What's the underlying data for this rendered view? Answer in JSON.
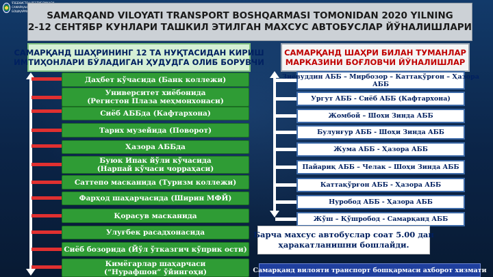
{
  "logo": {
    "line1": "ЎЗБЕКИСТОН РЕСПУБЛИКАСИ",
    "line2": "САМАРҚАНД ВИЛОЯТИ ТРАНСПОРТ",
    "line3": "БОШҚАРМАСИ"
  },
  "title": {
    "line1": "SAMARQAND VILOYATI TRANSPORT  BOSHQARMASI TOMONIDAN 2020 YILNING",
    "line2": "2-12 СЕНТЯБР КУНЛАРИ ТАШКИЛ ЭТИЛГАН МАХСУС АВТОБУСЛАР ЙЎНАЛИШЛАРИ"
  },
  "left_header": {
    "line1": "САМАРҚАНД ШАҲРИНИНГ 12 ТА НУҚТАСИДАН КИРИШ",
    "line2": "ИМТИҲОНЛАРИ БЎЛАДИГАН ҲУДУДГА ОЛИБ БОРУВЧИ"
  },
  "right_header": {
    "line1": "САМАРҚАНД ШАҲРИ БИЛАН ТУМАНЛАР",
    "line2": "МАРКАЗИНИ БОҒЛОВЧИ ЙЎНАЛИШЛАР"
  },
  "stops": [
    {
      "line1": "Даҳбет кўчасида (Банк коллежи)",
      "line2": ""
    },
    {
      "line1": "Университет  хиёбонида",
      "line2": "(Регистон Плаза меҳмонхонаси)"
    },
    {
      "line1": "Сиёб АББда (Кафтархона)",
      "line2": ""
    },
    {
      "line1": "Тарих музейида (Поворот)",
      "line2": ""
    },
    {
      "line1": "Ҳазора АББда",
      "line2": ""
    },
    {
      "line1": "Буюк Ипак йўли кўчасида",
      "line2": "(Нарпай кўчаси чорраҳаси)"
    },
    {
      "line1": "Саттепо масканида (Туризм коллежи)",
      "line2": ""
    },
    {
      "line1": "Фарҳод шаҳарчасида (Ширин МФЙ)",
      "line2": ""
    },
    {
      "line1": "Қорасув масканида",
      "line2": ""
    },
    {
      "line1": "Улуғбек расадхонасида",
      "line2": ""
    },
    {
      "line1": "Сиёб бозорида (Йўл ўтказгич кўприк ости)",
      "line2": ""
    },
    {
      "line1": "Кимёгарлар шаҳарчаси",
      "line2": "(“Нурафшон” ўйингоҳи)"
    }
  ],
  "routes": [
    {
      "line1": "Зиёвуддин АББ – Мирбозор – Каттақўрғон – Ҳазора",
      "line2": "АББ"
    },
    {
      "line1": "Ургут АББ - Сиёб АББ (Кафтархона)",
      "line2": ""
    },
    {
      "line1": "Жомбой – Шохи Зинда АББ",
      "line2": ""
    },
    {
      "line1": "Булунғур АББ - Шоҳи Зинда АББ",
      "line2": ""
    },
    {
      "line1": "Жума АББ - Ҳазора АББ",
      "line2": ""
    },
    {
      "line1": "Пайариқ АББ – Челак – Шоҳи Зинда АББ",
      "line2": ""
    },
    {
      "line1": "Каттақўрғон АББ - Ҳазора АББ",
      "line2": ""
    },
    {
      "line1": "Нуробод АББ - Ҳазора АББ",
      "line2": ""
    },
    {
      "line1": "Жўш – Қўшробод - Самарқанд АББ",
      "line2": ""
    }
  ],
  "notice": {
    "line1": "Барча махсус автобуслар соат 5.00 дан",
    "line2": "ҳаракатланишни бошлайди."
  },
  "footer": {
    "text": "Самарқанд вилояти транспорт бошқармаси ахборот хизмати"
  },
  "colors": {
    "stop_green": "#2f9c35",
    "route_border": "#3d6aa8",
    "accent_red": "#c00000",
    "background": "#0b2447"
  }
}
